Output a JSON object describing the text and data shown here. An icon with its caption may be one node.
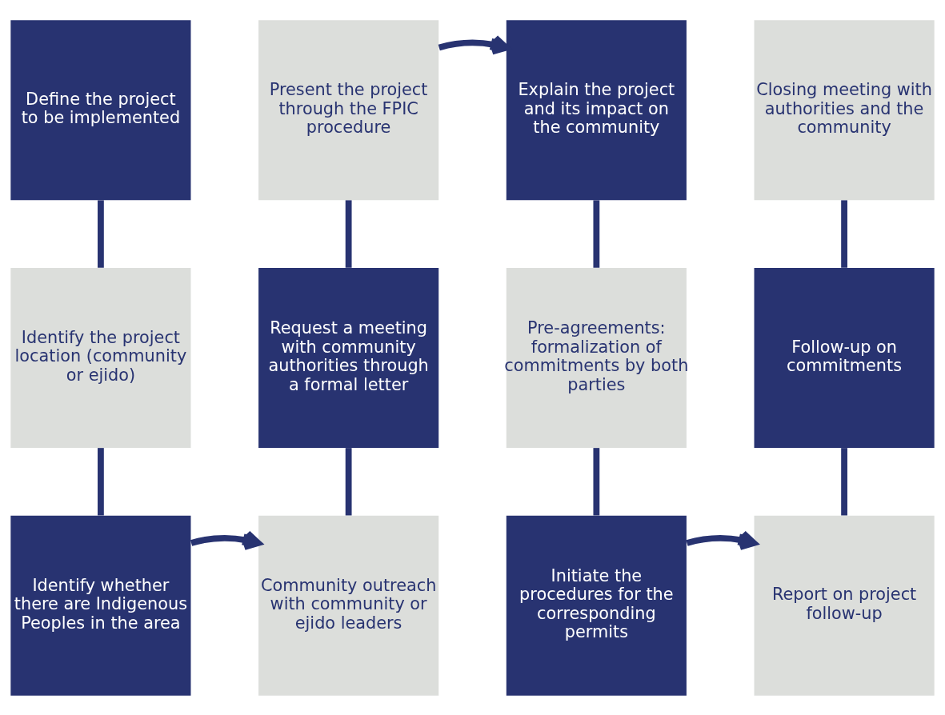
{
  "diagram": {
    "nodes": [
      {
        "text": [
          "Define the project to be implemented"
        ]
      },
      {
        "text": [
          "Present the project through the FPIC procedure"
        ]
      },
      {
        "text": [
          "Explain the project and its impact on the community"
        ]
      },
      {
        "text": [
          "Closing meeting with authorities and the community"
        ]
      },
      {
        "text": [
          "Identify the project location (community or ejido)"
        ]
      },
      {
        "text": [
          "Request a meeting with community authorities through a formal letter"
        ]
      },
      {
        "text": [
          "Pre-agreements: formalization of commitments by both parties"
        ]
      },
      {
        "text": [
          "Follow-up on commitments"
        ]
      },
      {
        "text": [
          "Identify whether there are Indigenous Peoples in the area"
        ]
      },
      {
        "text": [
          "Community outreach with community or ejido leaders"
        ]
      },
      {
        "text": [
          "Initiate the procedures for the corresponding permits"
        ]
      },
      {
        "text": [
          "Report on project follow-up"
        ]
      }
    ],
    "edges": [
      {
        "from": 0,
        "to": 4,
        "arrow": "none"
      },
      {
        "from": 4,
        "to": 8,
        "arrow": "none"
      },
      {
        "from": 8,
        "to": 9,
        "arrow": "to"
      },
      {
        "from": 9,
        "to": 5,
        "arrow": "none"
      },
      {
        "from": 5,
        "to": 1,
        "arrow": "none"
      },
      {
        "from": 1,
        "to": 2,
        "arrow": "to"
      },
      {
        "from": 2,
        "to": 6,
        "arrow": "none"
      },
      {
        "from": 6,
        "to": 10,
        "arrow": "none"
      },
      {
        "from": 10,
        "to": 11,
        "arrow": "to"
      },
      {
        "from": 11,
        "to": 7,
        "arrow": "none"
      },
      {
        "from": 7,
        "to": 3,
        "arrow": "none"
      }
    ]
  }
}
